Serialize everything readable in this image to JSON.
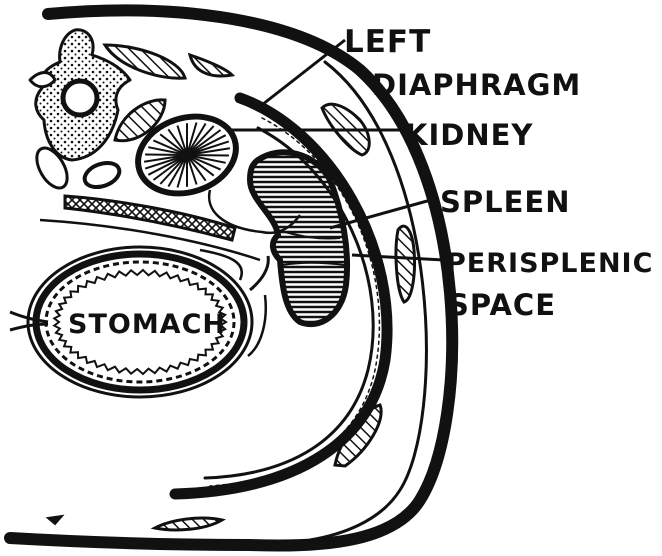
{
  "labels": {
    "left_diaphragm_line1": "LEFT",
    "left_diaphragm_line2": "DIAPHRAGM",
    "kidney": "KIDNEY",
    "spleen": "SPLEEN",
    "perisplenic_line1": "PERISPLENIC",
    "perisplenic_line2": "SPACE",
    "stomach": "STOMACH"
  },
  "colors": {
    "ink": "#111111",
    "paper": "#ffffff"
  }
}
